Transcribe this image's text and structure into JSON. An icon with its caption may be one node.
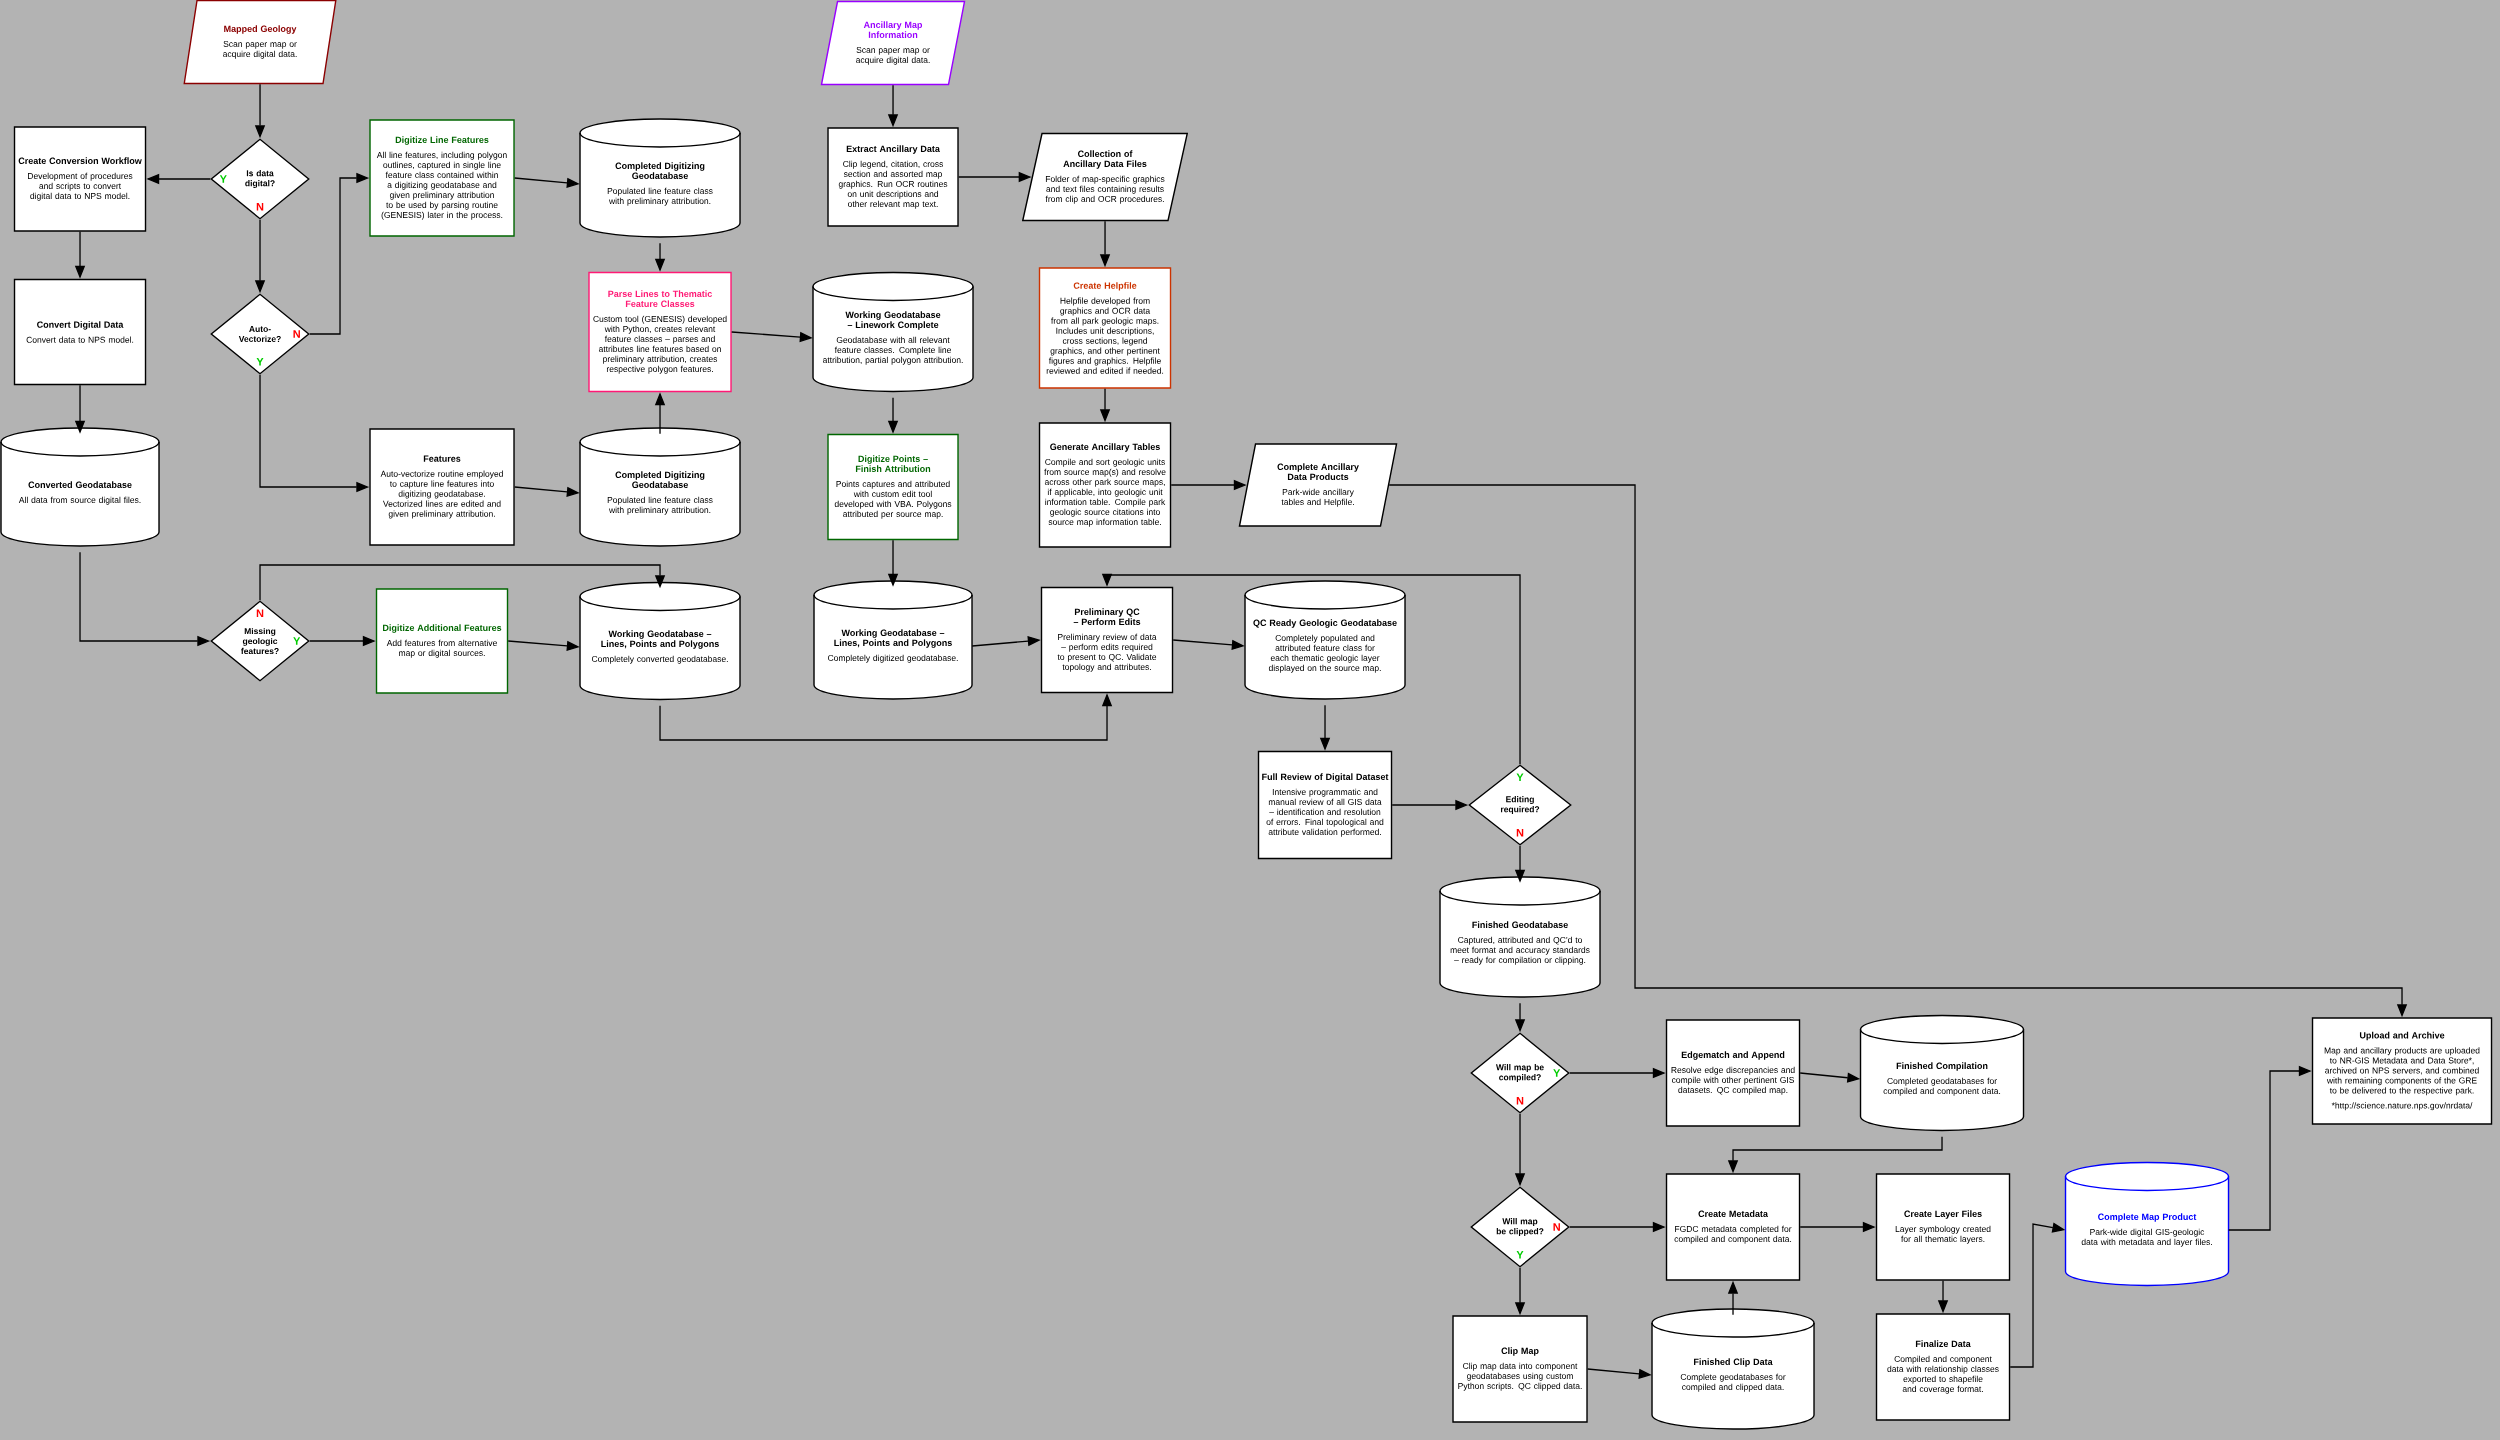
{
  "diagram": {
    "nodes": [
      {
        "text": [
          "Mapped Geology",
          "Scan paper map or acquire digital data."
        ]
      },
      {
        "text": [
          "Ancillary Map Information",
          "Scan paper map or acquire digital data."
        ]
      },
      {
        "text": [
          "Create Conversion Workflow",
          "Development of procedures and scripts to convert digital data to NPS model."
        ]
      },
      {
        "text": [
          "Is data digital?"
        ]
      },
      {
        "text": [
          "Digitize Line Features",
          "All line features, including polygon outlines, captured in single line feature class contained within a digitizing geodatabase and given preliminary attribution to be used by parsing routine (GENESIS) later in the process."
        ]
      },
      {
        "text": [
          "Completed Digitizing Geodatabase",
          "Populated line feature class with preliminary attribution."
        ]
      },
      {
        "text": [
          "Extract Ancillary Data",
          "Clip legend, citation, cross section and assorted map graphics. Run OCR routines on unit descriptions and other relevant map text."
        ]
      },
      {
        "text": [
          "Collection of Ancillary Data Files",
          "Folder of map-specific graphics and text files containing results from clip and OCR procedures."
        ]
      },
      {
        "text": [
          "Convert Digital Data",
          "Convert data to NPS model."
        ]
      },
      {
        "text": [
          "Auto-Vectorize?"
        ]
      },
      {
        "text": [
          "Parse Lines to Thematic Feature Classes",
          "Custom tool (GENESIS) developed with Python, creates relevant feature classes – parses and attributes line features based on preliminary attribution, creates respective polygon features."
        ]
      },
      {
        "text": [
          "Working Geodatabase – Linework Complete",
          "Geodatabase with all relevant feature classes. Complete line attribution, partial polygon attribution."
        ]
      },
      {
        "text": [
          "Create Helpfile",
          "Helpfile developed from graphics and OCR data from all park geologic maps. Includes unit descriptions, cross sections, legend graphics, and other pertinent figures and graphics. Helpfile reviewed and edited if needed."
        ]
      },
      {
        "text": [
          "Converted Geodatabase",
          "All data from source digital files."
        ]
      },
      {
        "text": [
          "Features",
          "Auto-vectorize routine employed to capture line features into digitizing geodatabase. Vectorized lines are edited and given preliminary attribution."
        ]
      },
      {
        "text": [
          "Completed Digitizing Geodatabase",
          "Populated line feature class with preliminary attribution."
        ]
      },
      {
        "text": [
          "Digitize Points – Finish Attribution",
          "Points captures and attributed with custom edit tool developed with VBA. Polygons attributed per source map."
        ]
      },
      {
        "text": [
          "Generate Ancillary Tables",
          "Compile and sort geologic units from source map(s) and resolve across other park source maps, if applicable, into geologic unit information table. Compile park geologic source citations into source map information table."
        ]
      },
      {
        "text": [
          "Complete Ancillary Data Products",
          "Park-wide ancillary tables and Helpfile."
        ]
      },
      {
        "text": [
          "Missing geologic features?"
        ]
      },
      {
        "text": [
          "Digitize Additional Features",
          "Add features from alternative map or digital sources."
        ]
      },
      {
        "text": [
          "Working Geodatabase – Lines, Points and Polygons",
          "Completely converted geodatabase."
        ]
      },
      {
        "text": [
          "Working Geodatabase – Lines, Points and Polygons",
          "Completely digitized geodatabase."
        ]
      },
      {
        "text": [
          "Preliminary QC – Perform Edits",
          "Preliminary review of data – perform edits required to present to QC. Validate topology and attributes."
        ]
      },
      {
        "text": [
          "QC Ready Geologic Geodatabase",
          "Completely populated and attributed feature class for each thematic geologic layer displayed on the source map."
        ]
      },
      {
        "text": [
          "Full Review of Digital Dataset",
          "Intensive programmatic and manual review of all GIS data – identification and resolution of errors. Final topological and attribute validation performed."
        ]
      },
      {
        "text": [
          "Editing required?"
        ]
      },
      {
        "text": [
          "Finished Geodatabase",
          "Captured, attributed and QC’d to meet format and accuracy standards – ready for compilation or clipping."
        ]
      },
      {
        "text": [
          "Will map be compiled?"
        ]
      },
      {
        "text": [
          "Edgematch and Append",
          "Resolve edge discrepancies and compile with other pertinent GIS datasets. QC compiled map."
        ]
      },
      {
        "text": [
          "Finished Compilation",
          "Completed geodatabases for compiled and component data."
        ]
      },
      {
        "text": [
          "Upload and Archive",
          "Map and ancillary products are uploaded to NR-GIS Metadata and Data Store*, archived on NPS servers, and combined with remaining components of the GRE to be delivered to the respective park.",
          "*http://science.nature.nps.gov/nrdata/"
        ]
      },
      {
        "text": [
          "Will map be clipped?"
        ]
      },
      {
        "text": [
          "Create Metadata",
          "FGDC metadata completed for compiled and component data."
        ]
      },
      {
        "text": [
          "Create Layer Files",
          "Layer symbology created for all thematic layers."
        ]
      },
      {
        "text": [
          "Complete Map Product",
          "Park-wide digital GIS-geologic data with metadata and layer files."
        ]
      },
      {
        "text": [
          "Clip Map",
          "Clip map data into component geodatabases using custom Python scripts. QC clipped data."
        ]
      },
      {
        "text": [
          "Finished Clip Data",
          "Complete geodatabases for compiled and clipped data."
        ]
      },
      {
        "text": [
          "Finalize Data",
          "Compiled and component data with relationship classes exported to shapefile and coverage format."
        ]
      }
    ],
    "edges": [
      {
        "from": 0,
        "to": 3,
        "arrow": "to"
      },
      {
        "from": 3,
        "to": 2,
        "arrow": "to",
        "label": "Y"
      },
      {
        "from": 3,
        "to": 9,
        "arrow": "to",
        "label": "N"
      },
      {
        "from": 2,
        "to": 8,
        "arrow": "to"
      },
      {
        "from": 8,
        "to": 13,
        "arrow": "to"
      },
      {
        "from": 13,
        "to": 19,
        "arrow": "to"
      },
      {
        "from": 9,
        "to": 4,
        "arrow": "to",
        "label": "N"
      },
      {
        "from": 9,
        "to": 14,
        "arrow": "to",
        "label": "Y"
      },
      {
        "from": 4,
        "to": 5,
        "arrow": "to"
      },
      {
        "from": 5,
        "to": 10,
        "arrow": "to"
      },
      {
        "from": 14,
        "to": 15,
        "arrow": "to"
      },
      {
        "from": 15,
        "to": 10,
        "arrow": "to"
      },
      {
        "from": 10,
        "to": 11,
        "arrow": "to"
      },
      {
        "from": 11,
        "to": 16,
        "arrow": "to"
      },
      {
        "from": 16,
        "to": 22,
        "arrow": "to"
      },
      {
        "from": 19,
        "to": 20,
        "arrow": "to",
        "label": "Y"
      },
      {
        "from": 19,
        "to": 21,
        "arrow": "to",
        "label": "N"
      },
      {
        "from": 20,
        "to": 21,
        "arrow": "to"
      },
      {
        "from": 21,
        "to": 23,
        "arrow": "to"
      },
      {
        "from": 22,
        "to": 23,
        "arrow": "to"
      },
      {
        "from": 23,
        "to": 24,
        "arrow": "to"
      },
      {
        "from": 24,
        "to": 25,
        "arrow": "to"
      },
      {
        "from": 25,
        "to": 26,
        "arrow": "to"
      },
      {
        "from": 26,
        "to": 23,
        "arrow": "to",
        "label": "Y"
      },
      {
        "from": 26,
        "to": 27,
        "arrow": "to",
        "label": "N"
      },
      {
        "from": 27,
        "to": 28,
        "arrow": "to"
      },
      {
        "from": 28,
        "to": 29,
        "arrow": "to",
        "label": "Y"
      },
      {
        "from": 28,
        "to": 32,
        "arrow": "to",
        "label": "N"
      },
      {
        "from": 29,
        "to": 30,
        "arrow": "to"
      },
      {
        "from": 30,
        "to": 33,
        "arrow": "to"
      },
      {
        "from": 32,
        "to": 33,
        "arrow": "to",
        "label": "N"
      },
      {
        "from": 32,
        "to": 36,
        "arrow": "to",
        "label": "Y"
      },
      {
        "from": 36,
        "to": 37,
        "arrow": "to"
      },
      {
        "from": 37,
        "to": 33,
        "arrow": "to"
      },
      {
        "from": 33,
        "to": 34,
        "arrow": "to"
      },
      {
        "from": 34,
        "to": 38,
        "arrow": "to"
      },
      {
        "from": 38,
        "to": 35,
        "arrow": "to"
      },
      {
        "from": 35,
        "to": 31,
        "arrow": "to"
      },
      {
        "from": 18,
        "to": 31,
        "arrow": "to"
      },
      {
        "from": 1,
        "to": 6,
        "arrow": "to"
      },
      {
        "from": 6,
        "to": 7,
        "arrow": "to"
      },
      {
        "from": 7,
        "to": 12,
        "arrow": "to"
      },
      {
        "from": 12,
        "to": 17,
        "arrow": "to"
      },
      {
        "from": 17,
        "to": 18,
        "arrow": "to"
      }
    ]
  }
}
